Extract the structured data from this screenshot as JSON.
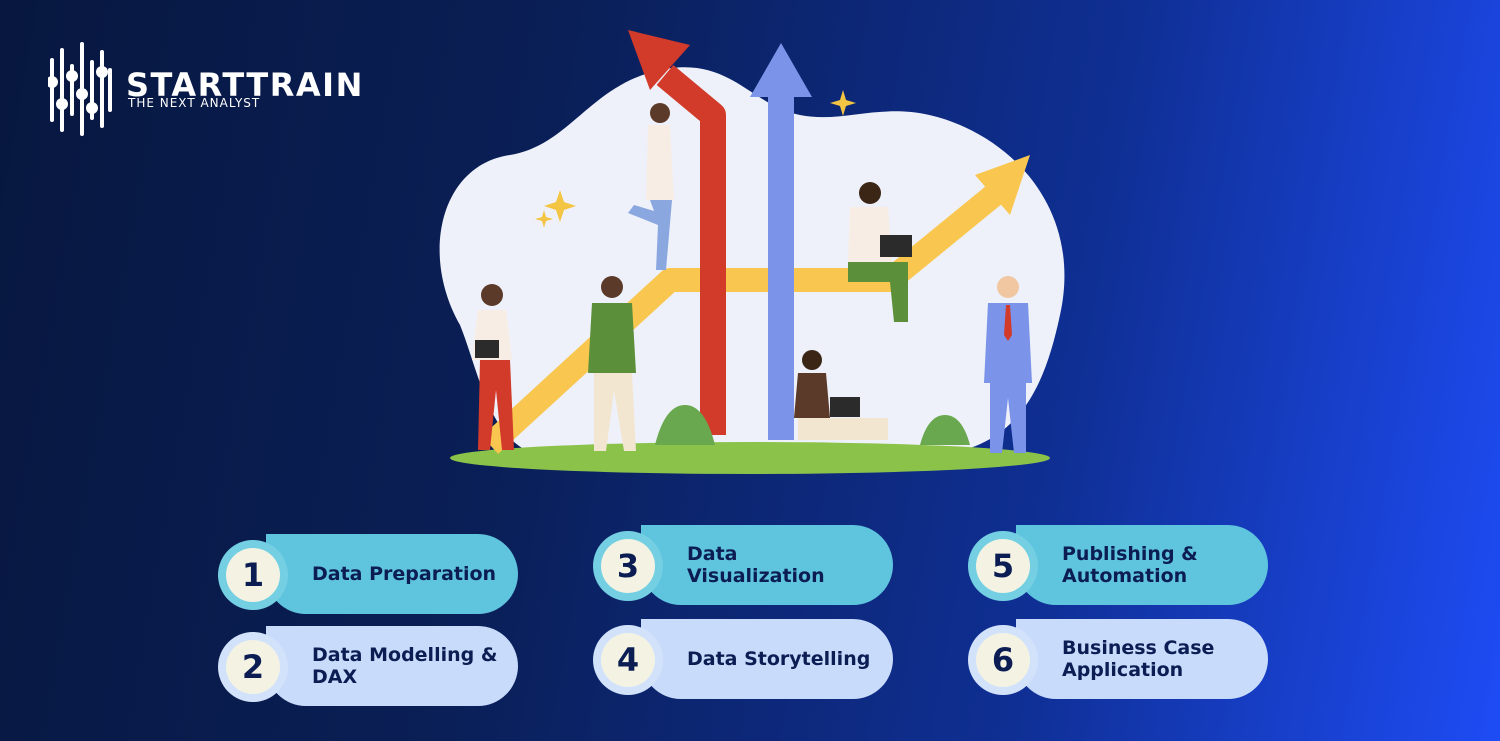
{
  "brand": {
    "name": "STARTTRAIN",
    "tagline": "THE NEXT ANALYST"
  },
  "colors": {
    "background_start": "#07173f",
    "background_end": "#1e4cf5",
    "pill_cyan": "#5fc4de",
    "pill_light": "#c9dbfb",
    "number_fill": "#f4f3e3",
    "text_dark": "#0b1d52"
  },
  "illustration": {
    "description_icon": "growth-arrows-team-illustration"
  },
  "steps": [
    {
      "number": "1",
      "label": "Data Preparation",
      "style": "cyan"
    },
    {
      "number": "2",
      "label": "Data Modelling & DAX",
      "style": "light"
    },
    {
      "number": "3",
      "label": "Data Visualization",
      "style": "cyan"
    },
    {
      "number": "4",
      "label": "Data Storytelling",
      "style": "light"
    },
    {
      "number": "5",
      "label": "Publishing & Automation",
      "style": "cyan"
    },
    {
      "number": "6",
      "label": "Business Case Application",
      "style": "light"
    }
  ]
}
